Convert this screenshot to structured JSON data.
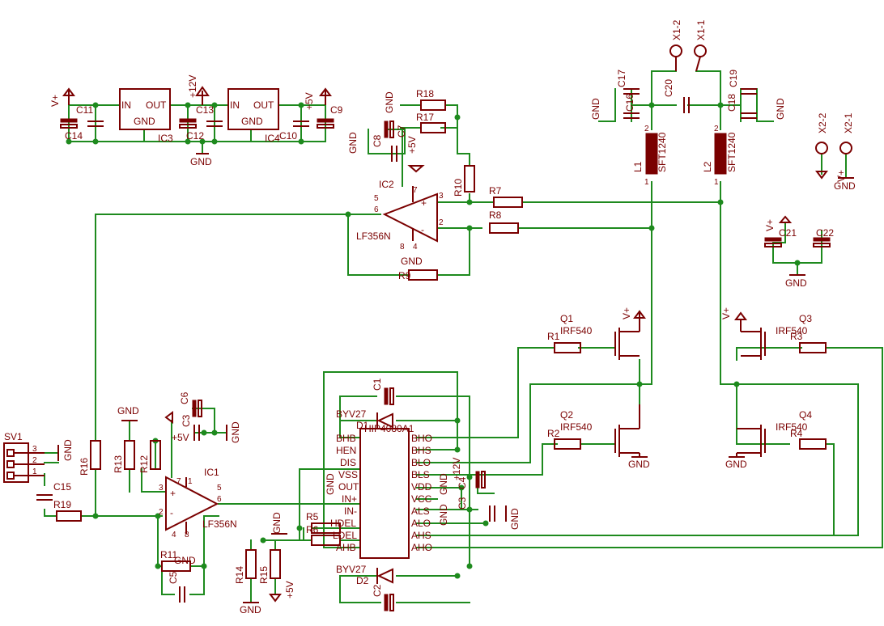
{
  "components": {
    "ic1": "IC1",
    "ic1_type": "LF356N",
    "ic2": "IC2",
    "ic2_type": "LF356N",
    "ic3": "IC3",
    "ic4": "IC4",
    "reg_in": "IN",
    "reg_out": "OUT",
    "reg_gnd": "GND",
    "hip": "HIP4080A1",
    "q1": "Q1",
    "q2": "Q2",
    "q3": "Q3",
    "q4": "Q4",
    "mosfet_type": "IRF540",
    "l1": "L1",
    "l2": "L2",
    "inductor_type": "SFT1240",
    "sv1": "SV1",
    "d1": "D1",
    "d2": "D2",
    "diode_type": "BYV27",
    "r1": "R1",
    "r2": "R2",
    "r3": "R3",
    "r4": "R4",
    "r5": "R5",
    "r6": "R6",
    "r7": "R7",
    "r8": "R8",
    "r9": "R9",
    "r10": "R10",
    "r11": "R11",
    "r12": "R12",
    "r13": "R13",
    "r14": "R14",
    "r15": "R15",
    "r16": "R16",
    "r17": "R17",
    "r18": "R18",
    "r19": "R19",
    "c1": "C1",
    "c2": "C2",
    "c3": "C3",
    "c4": "C4",
    "c5": "C5",
    "c6": "C6",
    "c7": "C7",
    "c8": "C8",
    "c9": "C9",
    "c10": "C10",
    "c11": "C11",
    "c12": "C12",
    "c13": "C13",
    "c14": "C14",
    "c15": "C15",
    "c16": "C16",
    "c17": "C17",
    "c18": "C18",
    "c19": "C19",
    "c20": "C20",
    "c21": "C21",
    "c22": "C22"
  },
  "nets": {
    "gnd": "GND",
    "vplus": "V+",
    "p5v": "+5V",
    "p12v": "+12V"
  },
  "connectors": {
    "x1_1": "X1-1",
    "x1_2": "X1-2",
    "x2_1": "X2-1",
    "x2_2": "X2-2"
  },
  "pins": {
    "in_plus": "+",
    "in_minus": "-",
    "p1": "1",
    "p2": "2",
    "p3": "3",
    "p4": "4",
    "p5": "5",
    "p6": "6",
    "p7": "7",
    "p8": "8",
    "hip_left": [
      "BHB",
      "HEN",
      "DIS",
      "VSS",
      "OUT",
      "IN+",
      "IN-",
      "HDEL",
      "LDEL",
      "AHB"
    ],
    "hip_right": [
      "BHO",
      "BHS",
      "BLO",
      "BLS",
      "VDD",
      "VCC",
      "ALS",
      "ALO",
      "AHS",
      "AHO"
    ]
  }
}
